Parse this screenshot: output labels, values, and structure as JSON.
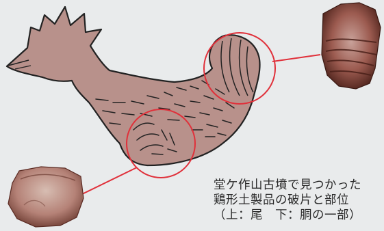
{
  "caption": {
    "line1": "堂ケ作山古墳で見つかった",
    "line2": "鶏形土製品の破片と部位",
    "line3": "（上：尾　下：胴の一部）"
  },
  "colors": {
    "background": "#e9ebec",
    "body_fill": "#b8918b",
    "outline": "#222222",
    "callout_red": "#e0303a",
    "shard_dark": "#5a2a22"
  }
}
